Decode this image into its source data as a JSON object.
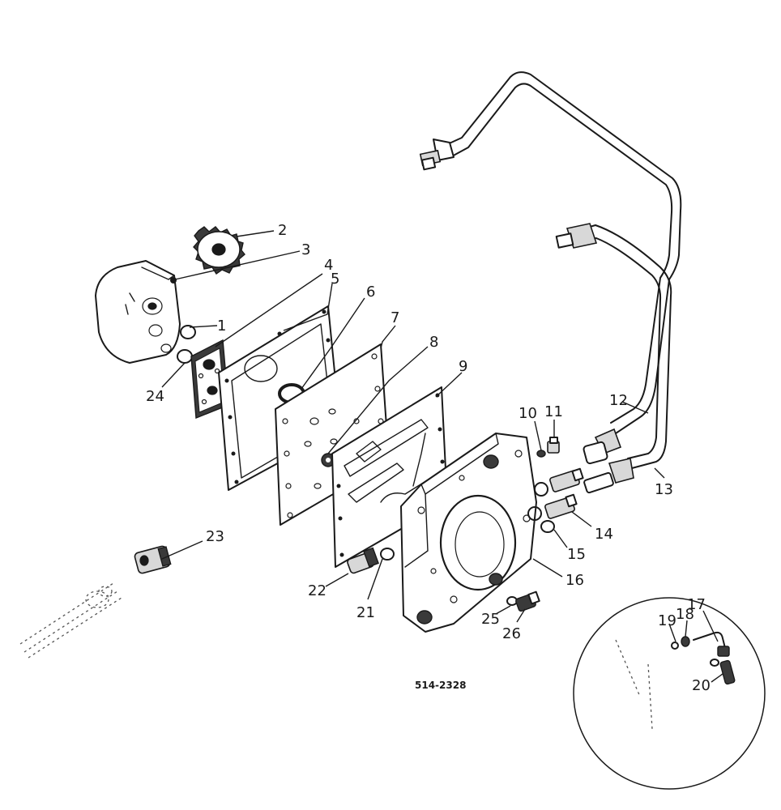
{
  "callouts": {
    "c1": "1",
    "c2": "2",
    "c3": "3",
    "c4": "4",
    "c5": "5",
    "c6": "6",
    "c7": "7",
    "c8": "8",
    "c9": "9",
    "c10": "10",
    "c11": "11",
    "c12": "12",
    "c13": "13",
    "c14": "14",
    "c15": "15",
    "c16": "16",
    "c17": "17",
    "c18": "18",
    "c19": "19",
    "c20": "20",
    "c21": "21",
    "c22": "22",
    "c23": "23",
    "c24": "24",
    "c25": "25",
    "c26": "26"
  },
  "drawing_reference": "514-2328"
}
